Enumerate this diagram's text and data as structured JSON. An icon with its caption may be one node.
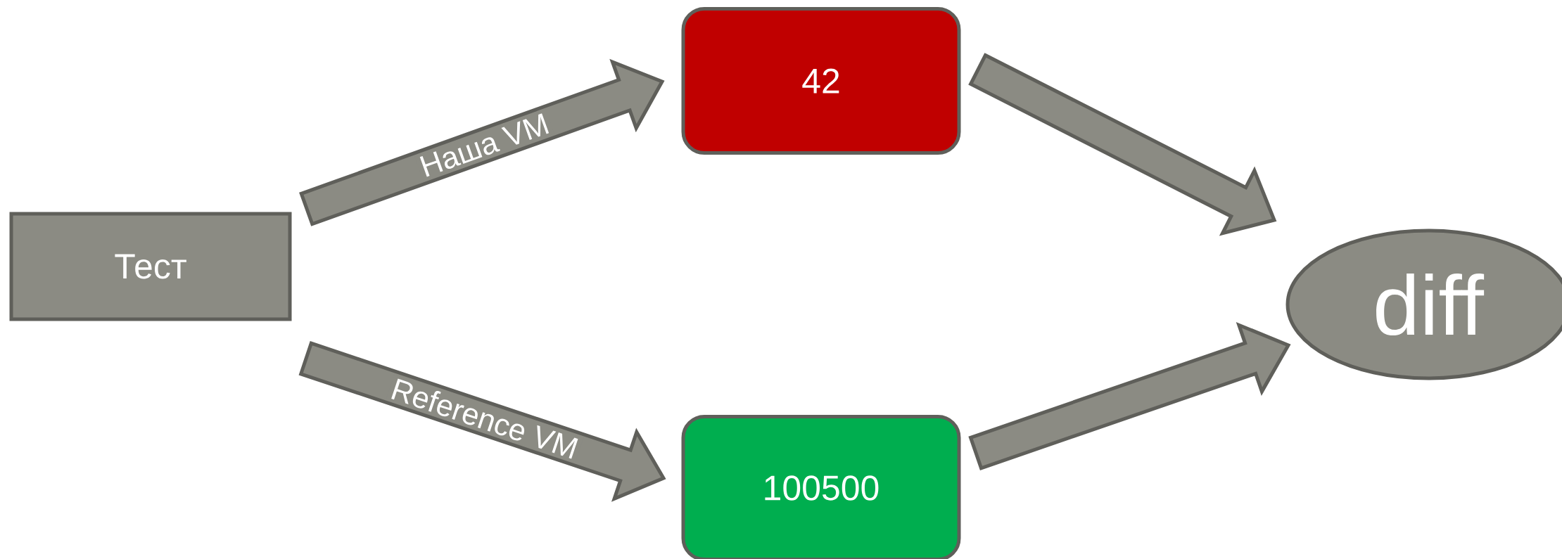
{
  "diagram": {
    "nodes": [
      {
        "text": [
          "Тест"
        ]
      },
      {
        "text": [
          "42"
        ]
      },
      {
        "text": [
          "100500"
        ]
      },
      {
        "text": [
          "diff"
        ]
      }
    ],
    "edges": [
      {
        "from": 0,
        "to": 1,
        "arrow": "to",
        "label": "Наша VM"
      },
      {
        "from": 0,
        "to": 2,
        "arrow": "to",
        "label": "Reference VM"
      },
      {
        "from": 1,
        "to": 3,
        "arrow": "to"
      },
      {
        "from": 2,
        "to": 3,
        "arrow": "to"
      }
    ]
  }
}
